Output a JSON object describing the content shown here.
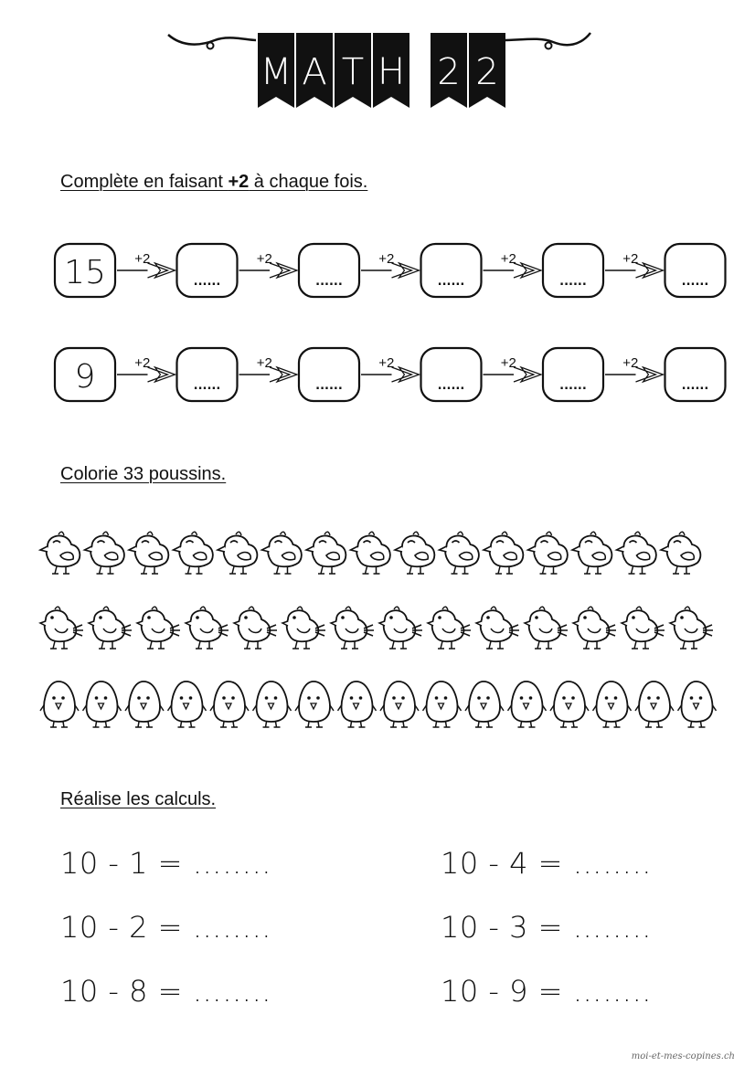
{
  "header": {
    "letters_left": [
      "M",
      "A",
      "T",
      "H"
    ],
    "letters_right": [
      "2",
      "2"
    ]
  },
  "section1": {
    "instruction_pre": "Complète en faisant ",
    "instruction_bold": "+2",
    "instruction_post": "  à chaque fois.",
    "step_label": "+2",
    "blank": "......",
    "sequences": [
      {
        "start": "15",
        "steps": 5
      },
      {
        "start": "9",
        "steps": 5
      }
    ]
  },
  "section2": {
    "instruction": "Colorie 33 poussins.",
    "rows": [
      {
        "style": "chick-a",
        "count": 15
      },
      {
        "style": "chick-b",
        "count": 14
      },
      {
        "style": "chick-c",
        "count": 16
      }
    ]
  },
  "section3": {
    "instruction": "Réalise les calculs.",
    "left": [
      "10 - 1 = ……..",
      "10 - 2 = ……..",
      "10 - 8 = …….."
    ],
    "right": [
      "10 - 4 = ……..",
      "10 - 3 = ……..",
      "10 - 9 = …….."
    ]
  },
  "footer": {
    "credit": "moi-et-mes-copines.ch"
  }
}
